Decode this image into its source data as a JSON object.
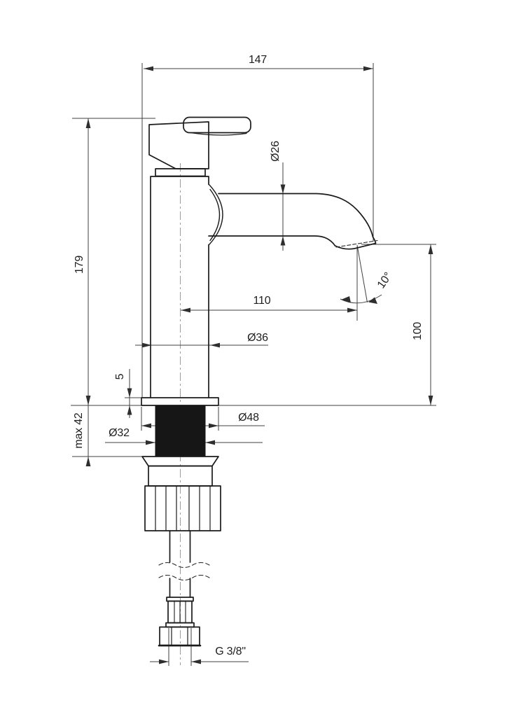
{
  "drawing": {
    "units": "mm",
    "labels": {
      "width_overall": "147",
      "spout_diameter": "Ø26",
      "height_overall": "179",
      "spout_reach": "110",
      "outlet_angle": "10°",
      "spout_height": "100",
      "body_diameter": "Ø36",
      "base_ring_height": "5",
      "mount_max_thickness": "max 42",
      "shank_diameter": "Ø32",
      "base_diameter": "Ø48",
      "hose_thread": "G 3/8\""
    },
    "colors": {
      "background": "#ffffff",
      "object_line": "#1b1b1b",
      "dimension_line": "#424242",
      "centerline": "#9c9c9c",
      "thread_fill": "#161616"
    }
  }
}
